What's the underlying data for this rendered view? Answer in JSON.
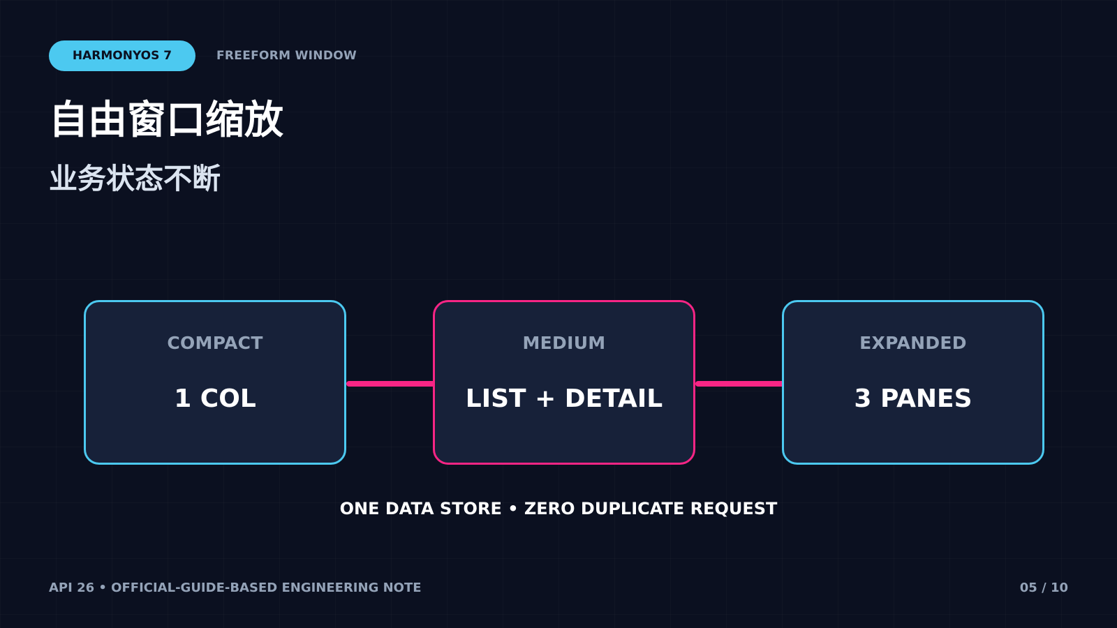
{
  "header": {
    "badge": "HARMONYOS 7",
    "kicker": "FREEFORM WINDOW"
  },
  "title": "自由窗口缩放",
  "subtitle": "业务状态不断",
  "diagram": {
    "nodes": [
      {
        "label": "COMPACT",
        "value": "1 COL",
        "accent": "#4cc9f0"
      },
      {
        "label": "MEDIUM",
        "value": "LIST + DETAIL",
        "accent": "#f72585"
      },
      {
        "label": "EXPANDED",
        "value": "3 PANES",
        "accent": "#4cc9f0"
      }
    ],
    "connector_color": "#f72585"
  },
  "tagline": "ONE DATA STORE • ZERO DUPLICATE REQUEST",
  "footer": {
    "left": "API 26 • OFFICIAL-GUIDE-BASED ENGINEERING NOTE",
    "page": "05 / 10"
  },
  "colors": {
    "background": "#0b1020",
    "card_fill": "#172139",
    "accent_blue": "#4cc9f0",
    "accent_pink": "#f72585",
    "muted_text": "#94a3b8"
  }
}
